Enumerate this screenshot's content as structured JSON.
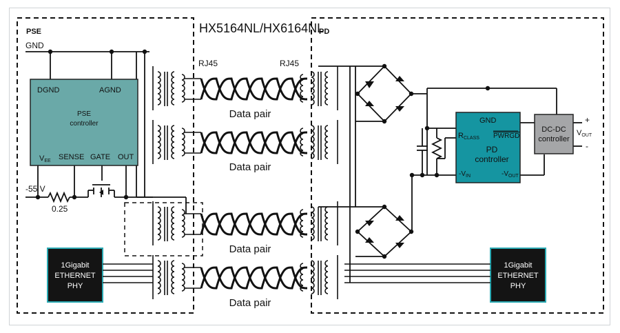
{
  "title": "HX5164NL/HX6164NL",
  "pse": {
    "label": "PSE",
    "gnd": "GND",
    "neg_voltage": "-55 V",
    "resistor": "0.25",
    "controller": {
      "title1": "PSE",
      "title2": "controller",
      "dgnd": "DGND",
      "agnd": "AGND",
      "vee_v": "V",
      "vee_sub": "EE",
      "sense": "SENSE",
      "gate": "GATE",
      "out": "OUT"
    },
    "phy": {
      "line1": "1Gigabit",
      "line2": "ETHERNET",
      "line3": "PHY"
    }
  },
  "pd": {
    "label": "PD",
    "rj45_left": "RJ45",
    "rj45_right": "RJ45",
    "data_pairs": [
      "Data pair",
      "Data pair",
      "Data pair",
      "Data pair"
    ],
    "controller": {
      "gnd": "GND",
      "rclass_r": "R",
      "rclass_sub": "CLASS",
      "pwrgd": "PWRGD",
      "title1": "PD",
      "title2": "controller",
      "vin_prefix": "-V",
      "vin_sub": "IN",
      "vout_prefix": "-V",
      "vout_sub": "OUT"
    },
    "dcdc": {
      "line1": "DC-DC",
      "line2": "controller"
    },
    "vout": {
      "plus": "+",
      "minus": "-",
      "v": "V",
      "sub": "OUT"
    },
    "phy": {
      "line1": "1Gigabit",
      "line2": "ETHERNET",
      "line3": "PHY"
    }
  },
  "colors": {
    "pse_controller": "#6aa9a8",
    "pd_controller": "#1595a1",
    "dcdc": "#a5a6a8",
    "phy": "#141414",
    "phy_border": "#2aaab3",
    "wire": "#111111"
  }
}
